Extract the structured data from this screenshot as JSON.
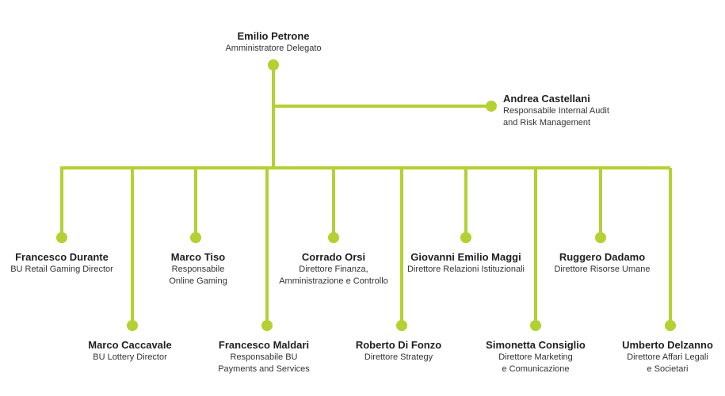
{
  "accent_color": "#b3d133",
  "ceo": {
    "name": "Emilio Petrone",
    "role": [
      "Amministratore Delegato"
    ]
  },
  "audit": {
    "name": "Andrea Castellani",
    "role": [
      "Responsabile Internal Audit",
      "and Risk Management"
    ]
  },
  "top_row": [
    {
      "name": "Francesco Durante",
      "role": [
        "BU Retail Gaming Director"
      ]
    },
    {
      "name": "Marco Tiso",
      "role": [
        "Responsabile",
        "Online Gaming"
      ]
    },
    {
      "name": "Corrado Orsi",
      "role": [
        "Direttore Finanza,",
        "Amministrazione e Controllo"
      ]
    },
    {
      "name": "Giovanni Emilio Maggi",
      "role": [
        "Direttore Relazioni Istituzionali"
      ]
    },
    {
      "name": "Ruggero Dadamo",
      "role": [
        "Direttore Risorse Umane"
      ]
    }
  ],
  "bottom_row": [
    {
      "name": "Marco Caccavale",
      "role": [
        "BU Lottery Director"
      ]
    },
    {
      "name": "Francesco Maldari",
      "role": [
        "Responsabile BU",
        "Payments and Services"
      ]
    },
    {
      "name": "Roberto Di Fonzo",
      "role": [
        "Direttore Strategy"
      ]
    },
    {
      "name": "Simonetta Consiglio",
      "role": [
        "Direttore Marketing",
        "e Comunicazione"
      ]
    },
    {
      "name": "Umberto Delzanno",
      "role": [
        "Direttore Affari Legali",
        "e Societari"
      ]
    }
  ]
}
